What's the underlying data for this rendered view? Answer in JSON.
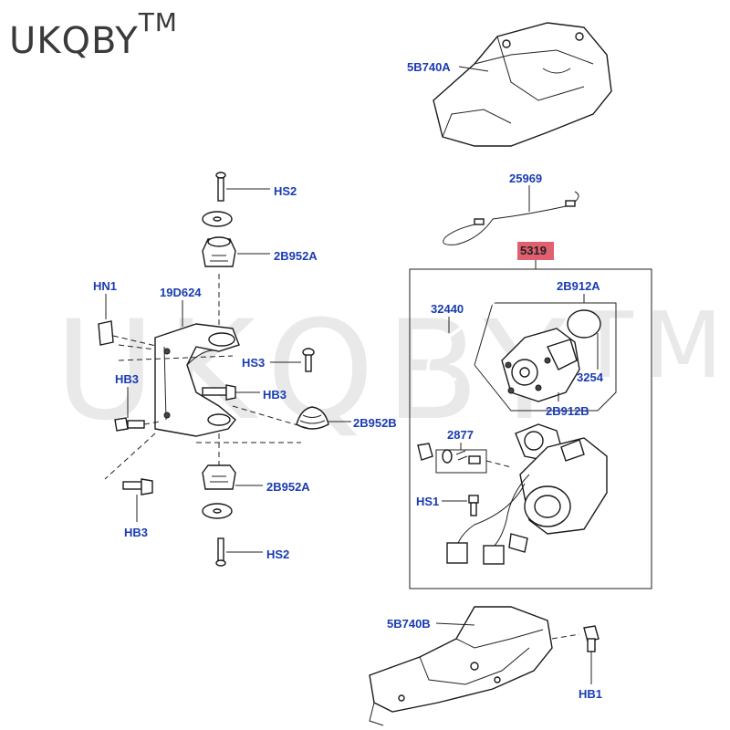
{
  "brand": {
    "name": "UKQBY",
    "tm": "TM"
  },
  "watermark": {
    "name": "UKQBY",
    "tm": "TM"
  },
  "callouts": {
    "c5B740A": "5B740A",
    "c25969": "25969",
    "c5319": "5319",
    "c2B912A": "2B912A",
    "c32440": "32440",
    "c3254": "3254",
    "c2B912B": "2B912B",
    "c2877": "2877",
    "cHS1": "HS1",
    "c5B740B": "5B740B",
    "cHB1": "HB1",
    "cHS2_top": "HS2",
    "c2B952A_top": "2B952A",
    "cHN1": "HN1",
    "c19D624": "19D624",
    "cHS3_a": "HS3",
    "cHB3_left": "HB3",
    "cHB3_mid": "HB3",
    "c2B952B": "2B952B",
    "c2B952A_bottom": "2B952A",
    "cHB3_bottom": "HB3",
    "cHS2_bottom": "HS2"
  },
  "colors": {
    "label": "#1a3cb0",
    "highlight": "#e06070",
    "line": "#222222"
  }
}
